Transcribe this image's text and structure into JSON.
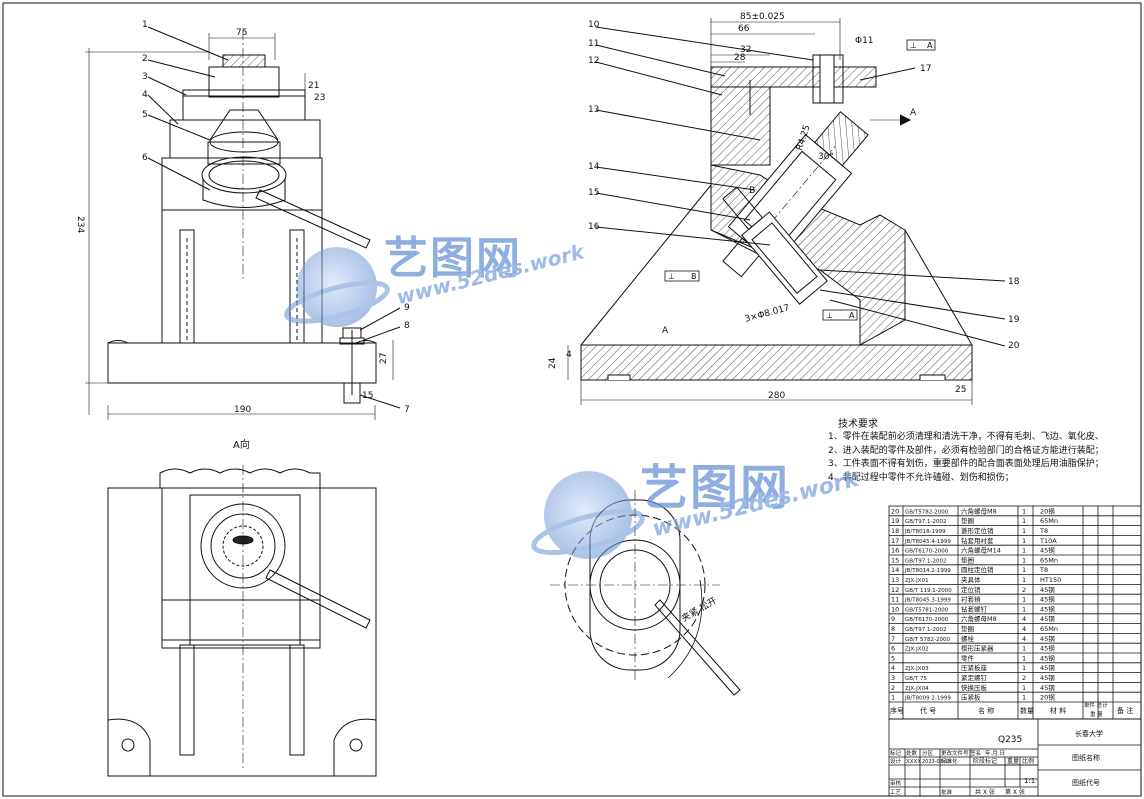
{
  "views": {
    "front": {
      "dims": {
        "top_width": "75",
        "right_a": "21",
        "right_b": "23",
        "height": "234",
        "base_right": "27",
        "base_small": "15",
        "width": "190"
      },
      "part_refs": [
        "1",
        "2",
        "3",
        "4",
        "5",
        "6",
        "9",
        "8",
        "7"
      ]
    },
    "side": {
      "dims": {
        "tol": "85±0.025",
        "d66": "66",
        "d32": "32",
        "d28": "28",
        "hole": "Φ11",
        "angle_r": "R4.25",
        "angle": "30°",
        "thread": "3×Φ8.017",
        "base_h": "24",
        "base_4": "4",
        "length": "280",
        "right_25": "25"
      },
      "part_refs": [
        "10",
        "11",
        "12",
        "13",
        "14",
        "15",
        "16",
        "17",
        "18",
        "19",
        "20"
      ],
      "tolerance_frames": [
        {
          "sym": "⊥",
          "ref": "A"
        },
        {
          "sym": "⊥",
          "ref": "B"
        },
        {
          "sym": "⊥",
          "ref": "A"
        }
      ],
      "view_arrow": "A",
      "datums": [
        "A",
        "B"
      ]
    },
    "bottom": {
      "label": "A向",
      "note": "夹紧 松开"
    }
  },
  "tech_requirements": {
    "title": "技术要求",
    "items": [
      "1、零件在装配前必须清理和清洗干净，不得有毛刺、飞边、氧化皮、",
      "2、进入装配的零件及部件，必须有检验部门的合格证方能进行装配；",
      "3、工件表面不得有划伤，重要部件的配合面表面处理后用油脂保护；",
      "4、装配过程中零件不允许磕碰、划伤和损伤；"
    ]
  },
  "bom": {
    "rows": [
      {
        "no": "20",
        "std": "GB/T5782-2000",
        "name": "六角螺母M8",
        "qty": "1",
        "mat": "20钢"
      },
      {
        "no": "19",
        "std": "GB/T97.1-2002",
        "name": "垫圈",
        "qty": "1",
        "mat": "65Mn"
      },
      {
        "no": "18",
        "std": "JB/T8018-1999",
        "name": "菱形定位销",
        "qty": "1",
        "mat": "T8"
      },
      {
        "no": "17",
        "std": "JB/T8045.4-1999",
        "name": "钻套用衬套",
        "qty": "1",
        "mat": "T10A"
      },
      {
        "no": "16",
        "std": "GB/T6170-2000",
        "name": "六角螺母M14",
        "qty": "1",
        "mat": "45钢"
      },
      {
        "no": "15",
        "std": "GB/T97.1-2002",
        "name": "垫圈",
        "qty": "1",
        "mat": "65Mn"
      },
      {
        "no": "14",
        "std": "JB/T8014.2-1999",
        "name": "圆柱定位销",
        "qty": "1",
        "mat": "T8"
      },
      {
        "no": "13",
        "std": "ZJX-JX01",
        "name": "夹具体",
        "qty": "1",
        "mat": "HT150"
      },
      {
        "no": "12",
        "std": "GB/T 119.1-2000",
        "name": "定位销",
        "qty": "2",
        "mat": "45钢"
      },
      {
        "no": "11",
        "std": "JB/T8045.3-1999",
        "name": "衬套销",
        "qty": "1",
        "mat": "45钢"
      },
      {
        "no": "10",
        "std": "GB/T5781-2000",
        "name": "钻套螺钉",
        "qty": "1",
        "mat": "45钢"
      },
      {
        "no": "9",
        "std": "GB/T6170-2000",
        "name": "六角螺母M8",
        "qty": "4",
        "mat": "45钢"
      },
      {
        "no": "8",
        "std": "GB/T97.1-2002",
        "name": "垫圈",
        "qty": "4",
        "mat": "65Mn"
      },
      {
        "no": "7",
        "std": "GB/T 5782-2000",
        "name": "螺栓",
        "qty": "4",
        "mat": "45钢"
      },
      {
        "no": "6",
        "std": "ZJX-JX02",
        "name": "楔形压紧器",
        "qty": "1",
        "mat": "45钢"
      },
      {
        "no": "5",
        "std": "",
        "name": "零件",
        "qty": "1",
        "mat": "45钢"
      },
      {
        "no": "4",
        "std": "ZJX-JX03",
        "name": "压紧板座",
        "qty": "1",
        "mat": "45钢"
      },
      {
        "no": "3",
        "std": "GB/T 75",
        "name": "紧定螺钉",
        "qty": "2",
        "mat": "45钢"
      },
      {
        "no": "2",
        "std": "ZJX-JX04",
        "name": "快换压板",
        "qty": "1",
        "mat": "45钢"
      },
      {
        "no": "1",
        "std": "JB/T8009 2-1999",
        "name": "压紧板",
        "qty": "1",
        "mat": "20钢"
      }
    ],
    "header": {
      "no": "序号",
      "code": "代 号",
      "name": "名 称",
      "qty": "数量",
      "mat": "材 料",
      "unit_total": "单件 总计",
      "weight": "重 量",
      "remark": "备 注"
    }
  },
  "title_block": {
    "material": "Q235",
    "school": "长春大学",
    "drawing_name": "图纸名称",
    "drawing_code": "图纸代号",
    "scale": "1:1",
    "stage_mark": "阶段标记",
    "weight_label": "重量",
    "scale_label": "比例",
    "sheets_a": "共 X 张",
    "sheets_b": "第 X 张",
    "labels": [
      "标记",
      "处数",
      "分区",
      "更改文件号",
      "签名",
      "年.月.日",
      "设计",
      "标准化",
      "审核",
      "工艺",
      "批准"
    ],
    "designer": "XXXX",
    "date": "2023-03-15"
  },
  "watermark": {
    "cn": "艺图网",
    "url": "www.52des.work"
  }
}
